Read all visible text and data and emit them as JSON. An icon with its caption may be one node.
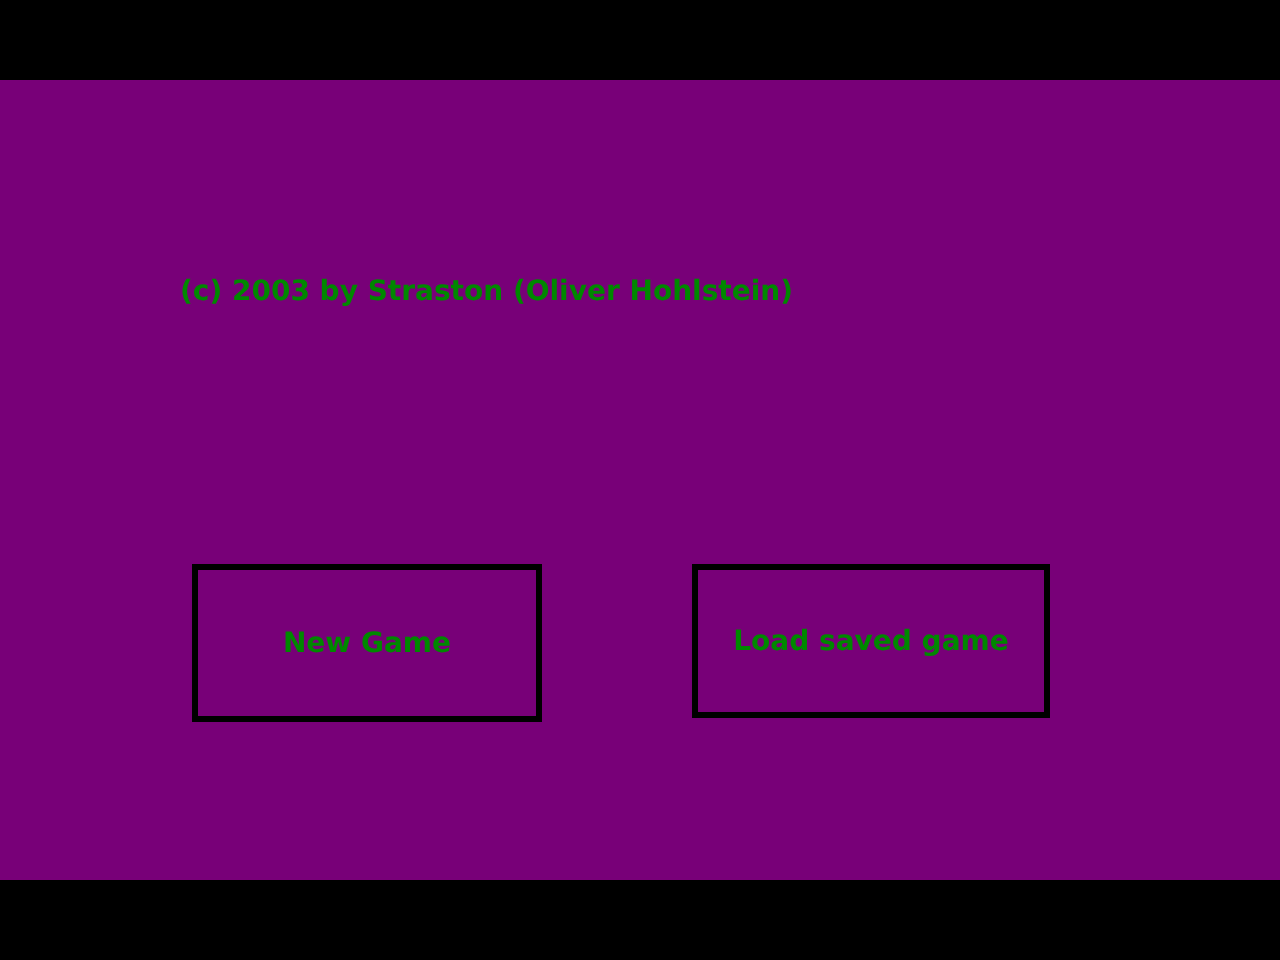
{
  "diagram": {
    "nodes": [
      {
        "text": [
          "New Game"
        ]
      },
      {
        "text": [
          "Load saved game"
        ]
      }
    ],
    "labels": [
      "(c) 2003 by Straston (Oliver Hohlstein)"
    ]
  }
}
